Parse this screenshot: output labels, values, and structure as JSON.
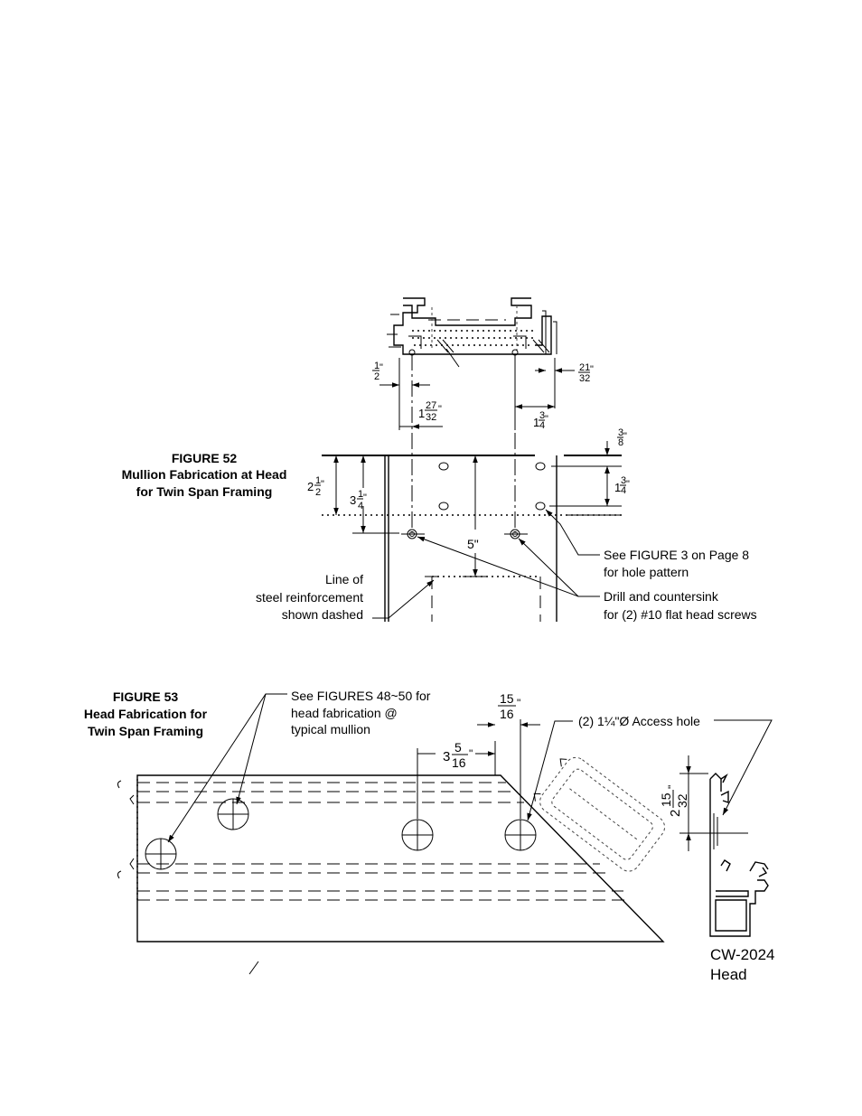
{
  "figure52": {
    "title_line1": "FIGURE  52",
    "title_line2": "Mullion Fabrication at Head",
    "title_line3": "for Twin Span Framing",
    "dimensions": {
      "half": {
        "whole": "",
        "num": "1",
        "den": "2"
      },
      "one_27_32": {
        "whole": "1",
        "num": "27",
        "den": "32"
      },
      "one_3_4_top": {
        "whole": "1",
        "num": "3",
        "den": "4"
      },
      "twentyone_32": {
        "whole": "",
        "num": "21",
        "den": "32"
      },
      "three_8": {
        "whole": "",
        "num": "3",
        "den": "8"
      },
      "one_3_4_right": {
        "whole": "1",
        "num": "3",
        "den": "4"
      },
      "two_1_2": {
        "whole": "2",
        "num": "1",
        "den": "2"
      },
      "three_1_4": {
        "whole": "3",
        "num": "1",
        "den": "4"
      },
      "five": "5\""
    },
    "inch_mark": "\"",
    "note_hole_line1": "See FIGURE 3 on Page 8",
    "note_hole_line2": "for hole pattern",
    "note_drill_line1": "Drill and countersink",
    "note_drill_line2": "for (2) #10 flat head screws",
    "note_steel_line1": "Line of",
    "note_steel_line2": "steel reinforcement",
    "note_steel_line3": "shown dashed"
  },
  "figure53": {
    "title_line1": "FIGURE  53",
    "title_line2": "Head Fabrication for",
    "title_line3": "Twin Span Framing",
    "note_see_line1": "See FIGURES 48~50 for",
    "note_see_line2": "head fabrication @",
    "note_see_line3": "typical mullion",
    "dimensions": {
      "fifteen_16": {
        "whole": "",
        "num": "15",
        "den": "16"
      },
      "three_5_16": {
        "whole": "3",
        "num": "5",
        "den": "16"
      },
      "two_15_32": {
        "whole": "2",
        "num": "15",
        "den": "32"
      }
    },
    "access_hole_label": "(2) 1¼\"Ø Access hole",
    "part_number": "CW-2024",
    "part_name": "Head"
  }
}
